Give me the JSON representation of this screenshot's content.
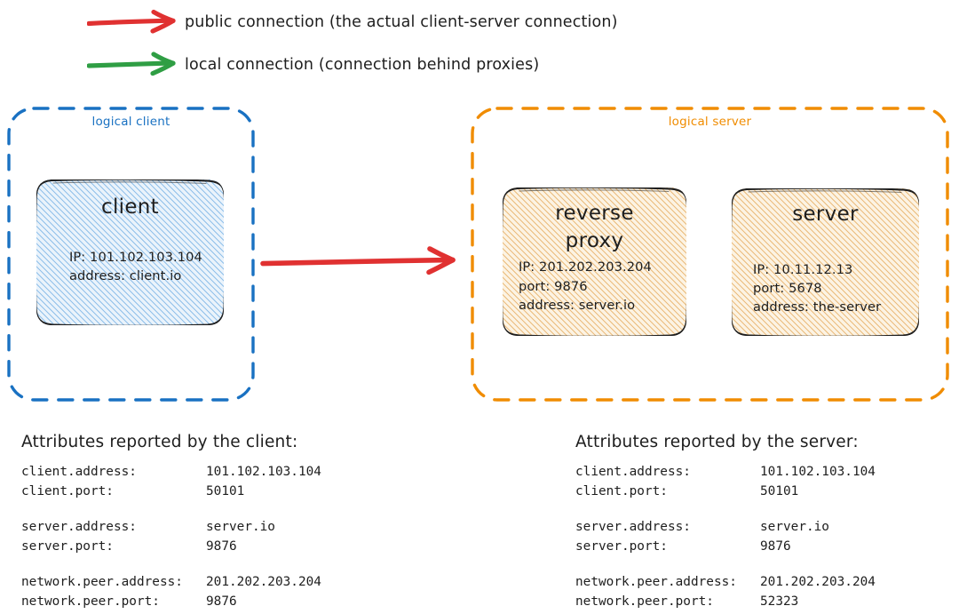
{
  "legend": {
    "items": [
      {
        "icon": "arrow-right-icon",
        "color": "#e03131",
        "label": "public connection (the actual client-server connection)"
      },
      {
        "icon": "arrow-right-icon",
        "color": "#2f9e44",
        "label": "local connection (connection behind proxies)"
      }
    ]
  },
  "groups": {
    "client": {
      "label": "logical client",
      "color": "#1971c2"
    },
    "server": {
      "label": "logical server",
      "color": "#f08c00"
    }
  },
  "nodes": {
    "client": {
      "title": "client",
      "lines": "IP: 101.102.103.104\naddress: client.io",
      "fill": "#eaf3fb",
      "hatch": "#8cbee9"
    },
    "reverse_proxy": {
      "title": "reverse\nproxy",
      "lines": "IP: 201.202.203.204\nport: 9876\naddress: server.io",
      "fill": "#fcf3e3",
      "hatch": "#e9b672"
    },
    "server": {
      "title": "server",
      "lines": "IP: 10.11.12.13\nport: 5678\naddress: the-server",
      "fill": "#fcf3e3",
      "hatch": "#e9b672"
    }
  },
  "connection": {
    "public_arrow_color": "#e03131"
  },
  "attributes": {
    "client_panel": {
      "heading": "Attributes reported by the client:",
      "groups": [
        [
          {
            "key": "client.address:",
            "value": "101.102.103.104"
          },
          {
            "key": "client.port:",
            "value": "50101"
          }
        ],
        [
          {
            "key": "server.address:",
            "value": "server.io"
          },
          {
            "key": "server.port:",
            "value": "9876"
          }
        ],
        [
          {
            "key": "network.peer.address:",
            "value": "201.202.203.204"
          },
          {
            "key": "network.peer.port:",
            "value": "9876"
          }
        ]
      ]
    },
    "server_panel": {
      "heading": "Attributes reported by the server:",
      "groups": [
        [
          {
            "key": "client.address:",
            "value": "101.102.103.104"
          },
          {
            "key": "client.port:",
            "value": "50101"
          }
        ],
        [
          {
            "key": "server.address:",
            "value": "server.io"
          },
          {
            "key": "server.port:",
            "value": "9876"
          }
        ],
        [
          {
            "key": "network.peer.address:",
            "value": "201.202.203.204"
          },
          {
            "key": "network.peer.port:",
            "value": "52323"
          }
        ]
      ]
    }
  }
}
